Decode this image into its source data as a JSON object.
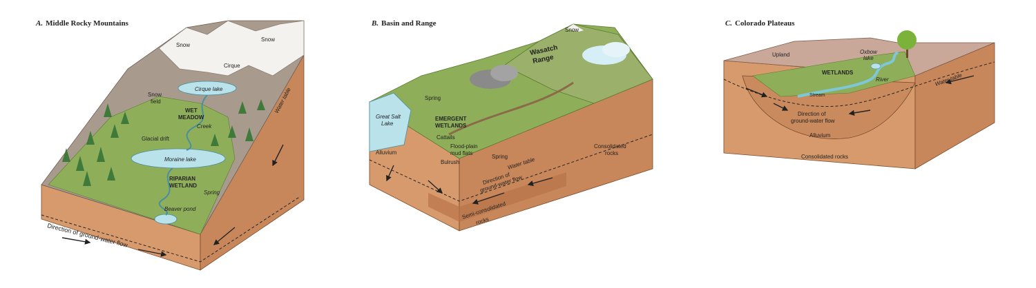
{
  "panels": {
    "a": {
      "letter": "A.",
      "title": "Middle Rocky Mountains",
      "labels": {
        "snow_left": "Snow",
        "snow_right": "Snow",
        "cirque": "Cirque",
        "snow_field_1": "Snow",
        "snow_field_2": "field",
        "cirque_lake": "Cirque lake",
        "wet_meadow_1": "WET",
        "wet_meadow_2": "MEADOW",
        "creek": "Creek",
        "glacial_drift": "Glacial drift",
        "moraine_lake": "Moraine lake",
        "riparian_1": "RIPARIAN",
        "riparian_2": "WETLAND",
        "spring": "Spring",
        "beaver_pond": "Beaver pond",
        "direction": "Direction of ground-water flow",
        "water_table": "Water table"
      }
    },
    "b": {
      "letter": "B.",
      "title": "Basin and Range",
      "labels": {
        "snow": "Snow",
        "wasatch": "Wasatch",
        "range": "Range",
        "spring_top": "Spring",
        "great_salt_1": "Great Salt",
        "great_salt_2": "Lake",
        "emergent_1": "EMERGENT",
        "emergent_2": "WETLANDS",
        "cattails": "Cattails",
        "alluvium": "Alluvium",
        "flood_plain_1": "Flood-plain",
        "flood_plain_2": "mud flats",
        "bulrush": "Bulrush",
        "spring_bottom": "Spring",
        "water_table": "Water table",
        "direction_1": "Direction of",
        "direction_2": "ground-water flow",
        "semi_1": "Semi-consolidated",
        "semi_2": "rocks",
        "consolidated_1": "Consolidated",
        "consolidated_2": "rocks"
      }
    },
    "c": {
      "letter": "C.",
      "title": "Colorado Plateaus",
      "labels": {
        "upland": "Upland",
        "oxbow_1": "Oxbow",
        "oxbow_2": "lake",
        "wetlands": "WETLANDS",
        "river": "River",
        "stream": "Stream",
        "water_table": "Water table",
        "direction_1": "Direction of",
        "direction_2": "ground-water flow",
        "alluvium": "Alluvium",
        "consolidated": "Consolidated rocks"
      }
    }
  },
  "colors": {
    "soil": "#d79a6c",
    "soil_dark": "#b87448",
    "grass": "#8fae5a",
    "grass_dark": "#6f8f3e",
    "rock": "#a89a8c",
    "snow": "#f4f2ee",
    "water": "#b9e2ea",
    "upland": "#c9a89a"
  }
}
